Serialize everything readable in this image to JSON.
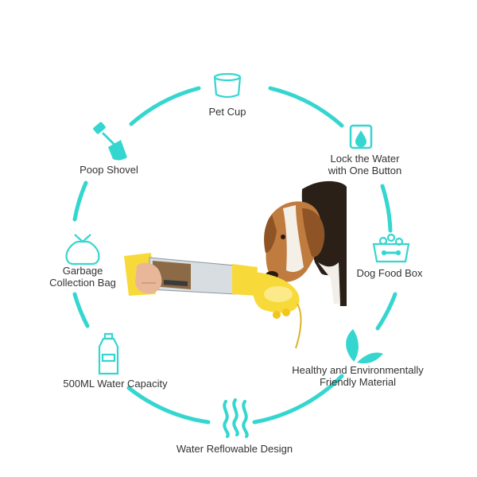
{
  "colors": {
    "accent": "#35d6cf",
    "product_yellow": "#f7da3a",
    "text": "#333333"
  },
  "features": [
    {
      "icon": "pet-cup-icon",
      "lines": [
        "Pet Cup"
      ]
    },
    {
      "icon": "water-drop-icon",
      "lines": [
        "Lock the Water",
        "with One Button"
      ]
    },
    {
      "icon": "dog-food-box-icon",
      "lines": [
        "Dog Food Box"
      ]
    },
    {
      "icon": "leaf-icon",
      "lines": [
        "Healthy and Environmentally",
        "Friendly Material"
      ]
    },
    {
      "icon": "water-wave-icon",
      "lines": [
        "Water Reflowable Design"
      ]
    },
    {
      "icon": "water-bottle-icon",
      "lines": [
        "500ML Water Capacity"
      ]
    },
    {
      "icon": "garbage-bag-icon",
      "lines": [
        "Garbage",
        "Collection Bag"
      ]
    },
    {
      "icon": "poop-shovel-icon",
      "lines": [
        "Poop Shovel"
      ]
    }
  ],
  "product_illustration": {
    "icon": "dog-drinking-from-bottle-illustration"
  }
}
